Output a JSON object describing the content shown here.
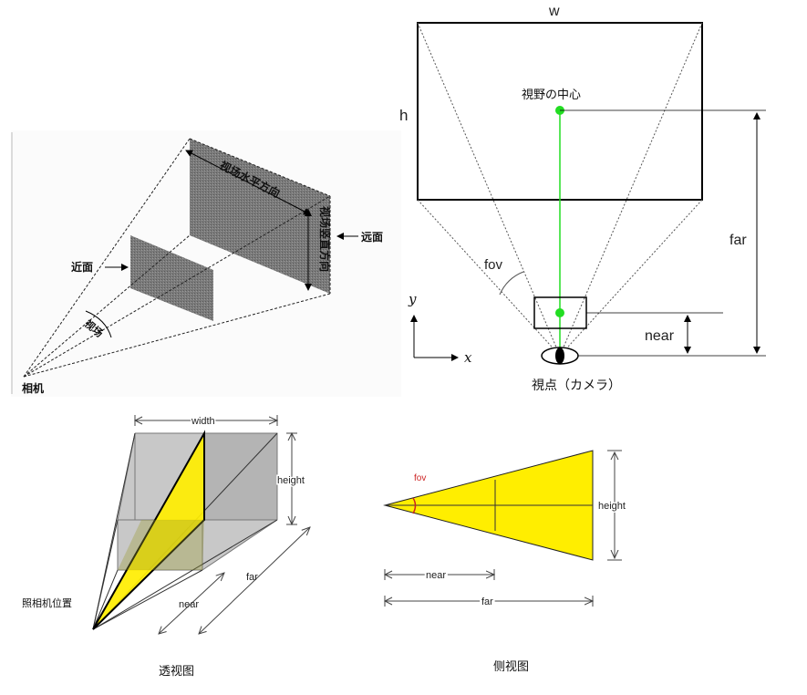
{
  "diagram1": {
    "far_plane_h": "视场水平方向",
    "far_plane_v": "视场竖直方向",
    "near_label": "近面",
    "far_label": "远面",
    "fov_label": "视场",
    "camera_label": "相机"
  },
  "diagram2": {
    "w_label": "w",
    "h_label": "h",
    "center_label": "視野の中心",
    "fov_label": "fov",
    "far_label": "far",
    "near_label": "near",
    "axis_y": "y",
    "axis_x": "x",
    "viewpoint_label": "視点（カメラ）",
    "green": "#22dd22"
  },
  "diagram3": {
    "width_label": "width",
    "height_label": "height",
    "near_label": "near",
    "far_label": "far",
    "camera_pos_label": "照相机位置",
    "caption": "透视图",
    "yellow": "#ffee00"
  },
  "diagram4": {
    "fov_label": "fov",
    "height_label": "height",
    "near_label": "near",
    "far_label": "far",
    "caption": "侧视图",
    "fov_color": "#cc2222",
    "yellow": "#ffee00"
  }
}
